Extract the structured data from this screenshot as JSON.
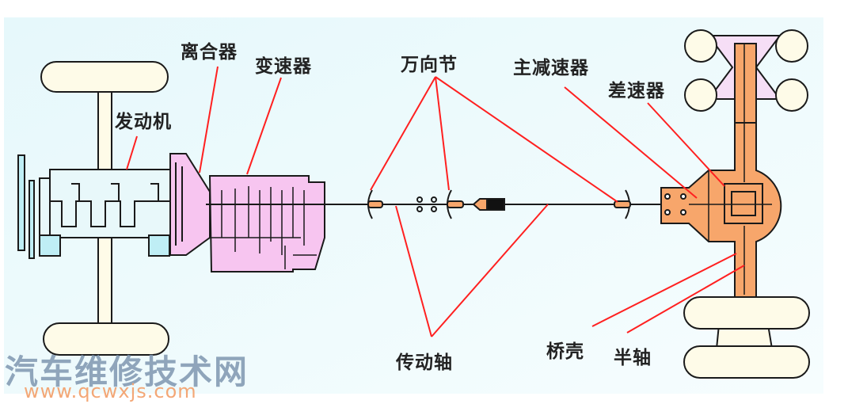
{
  "diagram": {
    "type": "automotive drivetrain layout (front engine, rear drive)",
    "colors": {
      "background": "#e9fafd",
      "wheel_fill": "#fefbe8",
      "engine_fill": "#e8f8fa",
      "gearbox_fill": "#f7c5f0",
      "axle_fill": "#f7a66b",
      "leader_line": "#ff2020",
      "outline": "#1a1a1a"
    },
    "labels": {
      "clutch": "离合器",
      "gearbox": "变速器",
      "engine": "发动机",
      "universal_joint": "万向节",
      "final_drive": "主减速器",
      "differential": "差速器",
      "drive_shaft": "传动轴",
      "axle_housing": "桥壳",
      "half_shaft": "半轴"
    }
  },
  "watermark": {
    "text_cn": "汽车维修技术网",
    "url": "www.qcwxjs.com"
  }
}
